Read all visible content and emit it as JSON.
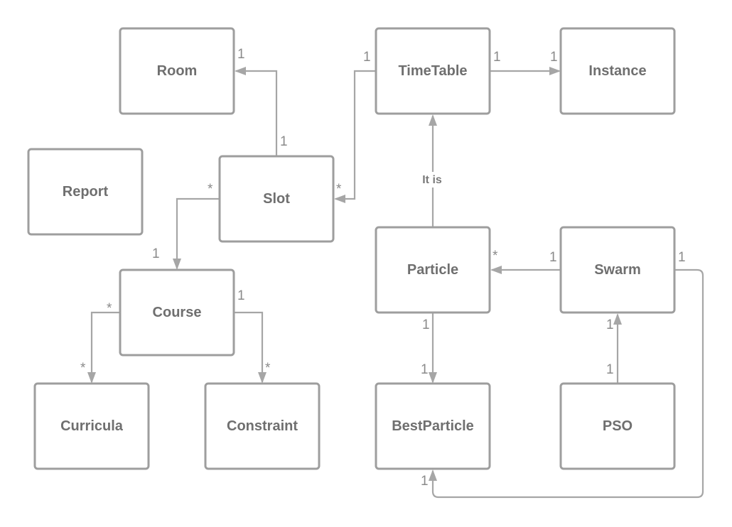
{
  "classes": {
    "room": "Room",
    "timetable": "TimeTable",
    "instance": "Instance",
    "report": "Report",
    "slot": "Slot",
    "particle": "Particle",
    "swarm": "Swarm",
    "course": "Course",
    "curricula": "Curricula",
    "constraint": "Constraint",
    "bestparticle": "BestParticle",
    "pso": "PSO"
  },
  "relations": {
    "slot_room": {
      "source_mult": "1",
      "target_mult": "1"
    },
    "timetable_slot": {
      "source_mult": "1",
      "target_mult": "*"
    },
    "timetable_instance": {
      "source_mult": "1",
      "target_mult": "1"
    },
    "slot_course": {
      "source_mult": "*",
      "target_mult": "1"
    },
    "course_curricula": {
      "source_mult": "*",
      "target_mult": "*"
    },
    "course_constraint": {
      "source_mult": "1",
      "target_mult": "*"
    },
    "particle_timetable": {
      "label": "It is"
    },
    "swarm_particle": {
      "source_mult": "1",
      "target_mult": "*"
    },
    "particle_bestparticle": {
      "source_mult": "1",
      "target_mult": "1"
    },
    "pso_swarm": {
      "source_mult": "1",
      "target_mult": "1"
    },
    "swarm_bestparticle": {
      "source_mult": "1",
      "target_mult": "1"
    }
  },
  "colors": {
    "box_border": "#9e9e9e",
    "connector": "#a6a6a6",
    "label_text": "#6f6f6f"
  }
}
